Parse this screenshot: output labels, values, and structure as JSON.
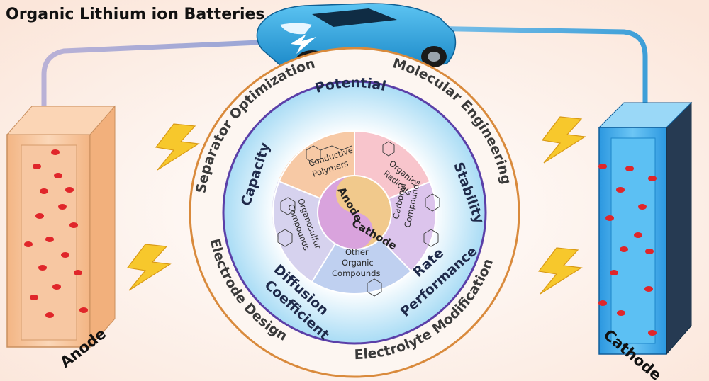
{
  "title": "Organic Lithium ion Batteries",
  "electrodes": {
    "anode_label": "Anode",
    "cathode_label": "Cathode"
  },
  "outer_ring": {
    "top_left": "Separator Optimization",
    "top_right": "Molecular Engineering",
    "bottom_left": "Electrode Design",
    "bottom_right": "Electrolyte Modification"
  },
  "middle_ring": {
    "potential": "Potential",
    "stability": "Stability",
    "rate_line1": "Rate",
    "rate_line2": "Performance",
    "diffusion_line1": "Diffusion",
    "diffusion_line2": "Coefficient",
    "capacity": "Capacity"
  },
  "inner_ring": {
    "conductive_line1": "Conductive",
    "conductive_line2": "Polymers",
    "radicals_line1": "Organic",
    "radicals_line2": "Radicals",
    "carbonyl_line1": "Carbonyl",
    "carbonyl_line2": "Compounds",
    "other_line1": "Other",
    "other_line2": "Organic",
    "other_line3": "Compounds",
    "sulfur_line1": "Organosulfur",
    "sulfur_line2": "Compounds"
  },
  "core": {
    "anode": "Anode",
    "cathode": "Cathode"
  },
  "colors": {
    "anode_fill": "#f6c49c",
    "cathode_fill": "#3aa7ea",
    "outer_ring": "#d98a3c",
    "middle_ring": "#5b3fa8",
    "car_body": "#2aa3e0",
    "lightning": "#f7c82c",
    "ion_dot": "#e0262a"
  },
  "icons": [
    "car-icon",
    "lightning-icon",
    "molecule-icon",
    "yin-yang-icon"
  ]
}
